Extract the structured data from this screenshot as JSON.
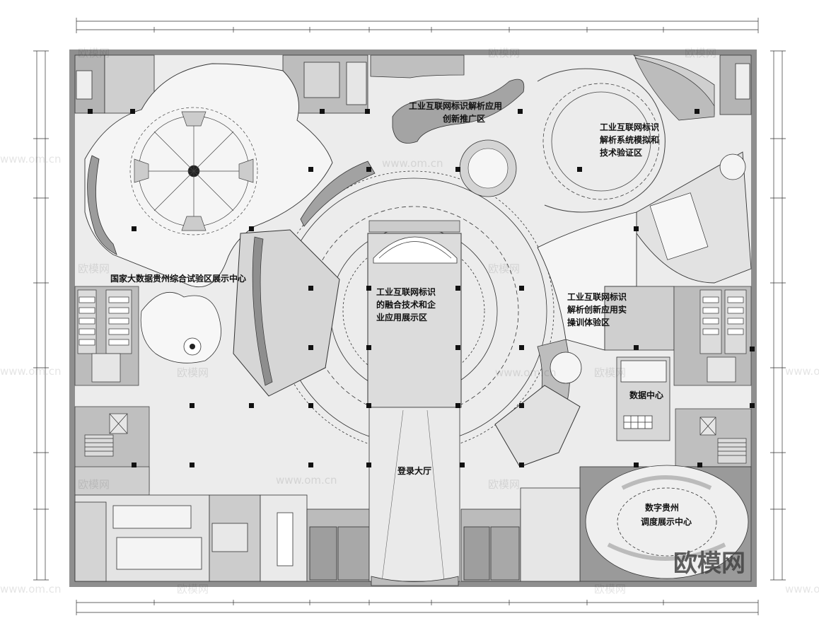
{
  "zones": {
    "industrial_app_innovation": [
      "工业互联网标识解析应用",
      "创新推广区"
    ],
    "simulation_verification": [
      "工业互联网标识",
      "解析系统模拟和",
      "技术验证区"
    ],
    "big_data_center": [
      "国家大数据贵州综合试验区展示中心"
    ],
    "fusion_tech_exhibit": [
      "工业互联网标识",
      "的融合技术和企",
      "业应用展示区"
    ],
    "innovation_training": [
      "工业互联网标识",
      "解析创新应用实",
      "操训体验区"
    ],
    "data_center": [
      "数据中心"
    ],
    "lobby": [
      "登录大厅"
    ],
    "digital_guizhou": [
      "数字贵州",
      "调度展示中心"
    ]
  },
  "watermark": {
    "brand": "欧模网",
    "site": "www.om.cn"
  },
  "colors": {
    "wall": "#8a8a8a",
    "floor": "#eeeeee",
    "room": "#d0d0d0",
    "dark_room": "#a6a6a6",
    "line": "#222222"
  }
}
